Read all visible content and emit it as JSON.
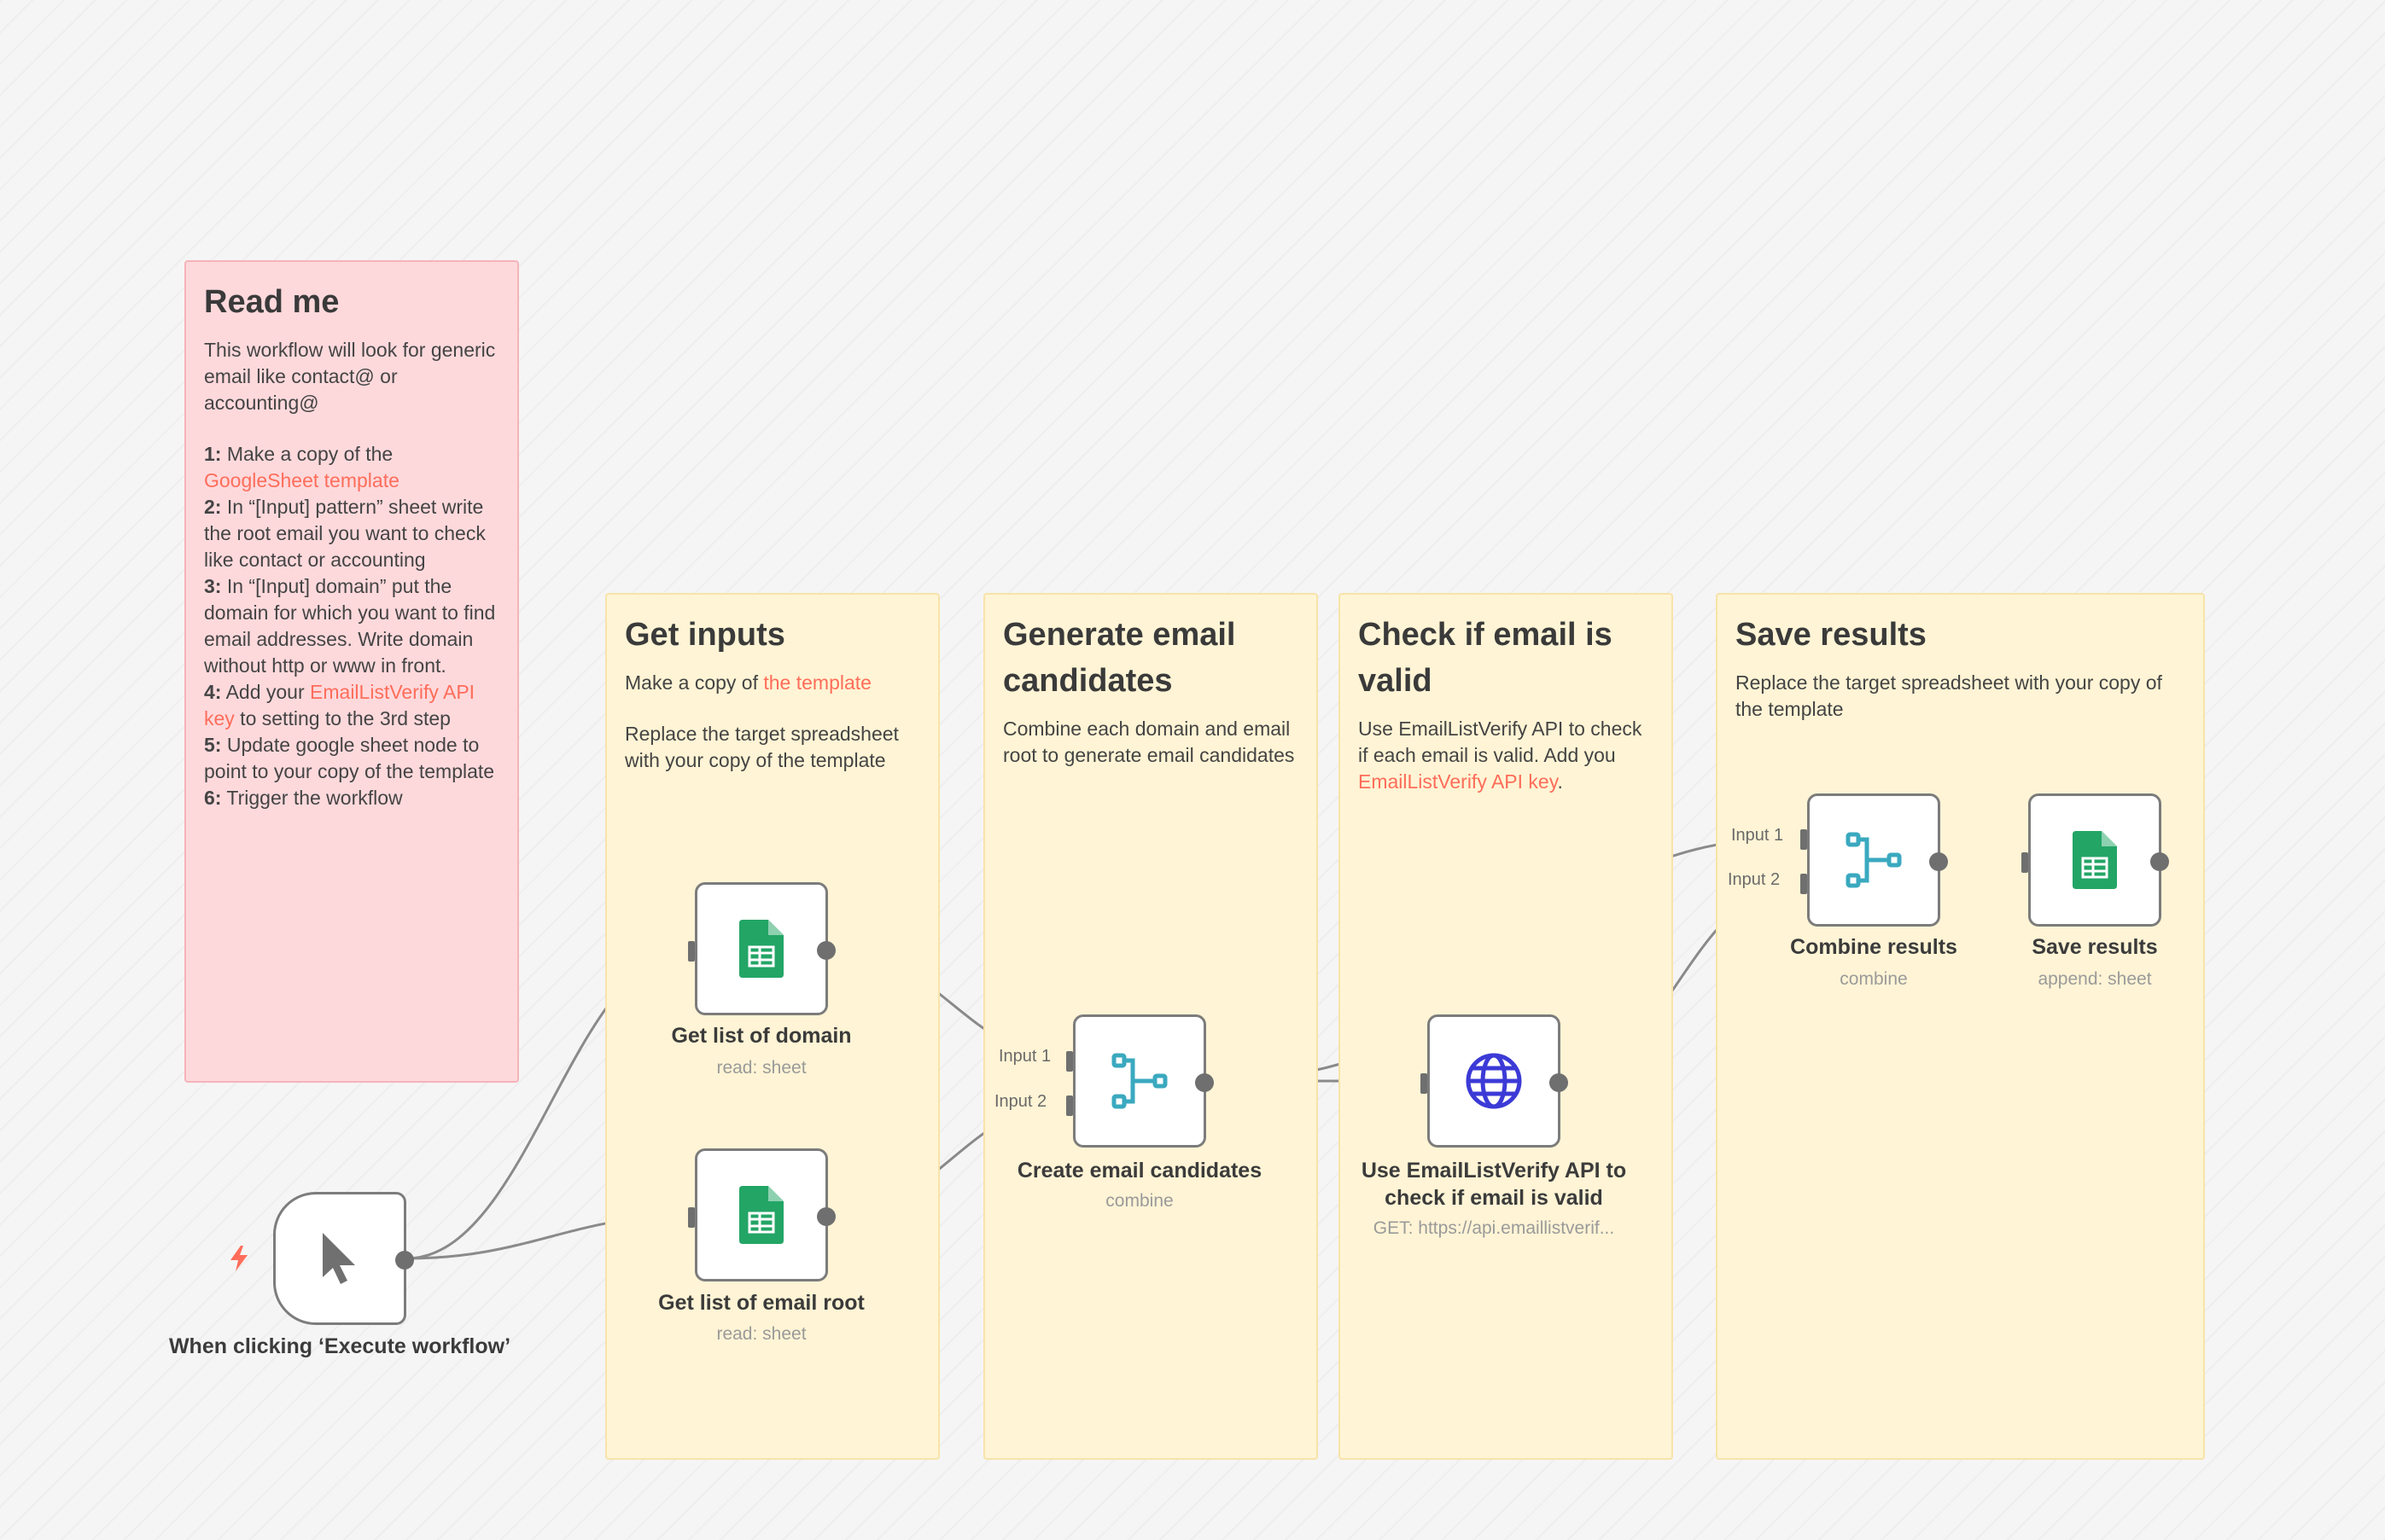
{
  "readme": {
    "title": "Read me",
    "intro": "This workflow will look for generic email like contact@ or accounting@",
    "steps": [
      {
        "num": "1:",
        "pre": " Make a copy of the ",
        "link": "GoogleSheet template",
        "post": ""
      },
      {
        "num": "2:",
        "pre": " In “[Input] pattern” sheet write the root email you want to check like contact or accounting",
        "link": "",
        "post": ""
      },
      {
        "num": "3:",
        "pre": " In “[Input] domain” put the domain for which you want to find email addresses. Write domain without http or www in front.",
        "link": "",
        "post": ""
      },
      {
        "num": "4:",
        "pre": " Add your ",
        "link": "EmailListVerify API key",
        "post": " to setting to the 3rd step"
      },
      {
        "num": "5:",
        "pre": " Update google sheet node to point to your copy of the template",
        "link": "",
        "post": ""
      },
      {
        "num": "6:",
        "pre": " Trigger the workflow",
        "link": "",
        "post": ""
      }
    ]
  },
  "sections": {
    "get_inputs": {
      "title": "Get inputs",
      "line1_pre": "Make a copy of ",
      "line1_link": "the template",
      "line2": "Replace the target spreadsheet with your copy of the template"
    },
    "generate": {
      "title": "Generate email candidates",
      "text": "Combine each domain and email root to generate email candidates"
    },
    "check": {
      "title": "Check if email is valid",
      "text_pre": "Use EmailListVerify API to check if each email is valid. Add you ",
      "text_link": "EmailListVerify API key",
      "text_post": "."
    },
    "save": {
      "title": "Save results",
      "text": "Replace the target spreadsheet with your copy of the template"
    }
  },
  "nodes": {
    "trigger": {
      "label": "When clicking ‘Execute workflow’",
      "icon": "cursor-icon"
    },
    "get_domain": {
      "label": "Get list of domain",
      "sub": "read: sheet",
      "icon": "google-sheets-icon"
    },
    "get_root": {
      "label": "Get list of email root",
      "sub": "read: sheet",
      "icon": "google-sheets-icon"
    },
    "create_candidates": {
      "label": "Create email candidates",
      "sub": "combine",
      "icon": "merge-icon",
      "inputs": [
        "Input 1",
        "Input 2"
      ]
    },
    "verify": {
      "label": "Use EmailListVerify API to check if email is valid",
      "sub": "GET: https://api.emaillistverif...",
      "icon": "globe-icon"
    },
    "combine_results": {
      "label": "Combine results",
      "sub": "combine",
      "icon": "merge-icon",
      "inputs": [
        "Input 1",
        "Input 2"
      ]
    },
    "save_results": {
      "label": "Save results",
      "sub": "append: sheet",
      "icon": "google-sheets-icon"
    }
  },
  "colors": {
    "accent_link": "#ff6d5a",
    "sticky_yellow": "#fff4d5",
    "sticky_pink": "#fed9dc",
    "sheets_green": "#23a566",
    "merge_teal": "#3aa9bf",
    "globe_blue": "#3c3ad6"
  }
}
